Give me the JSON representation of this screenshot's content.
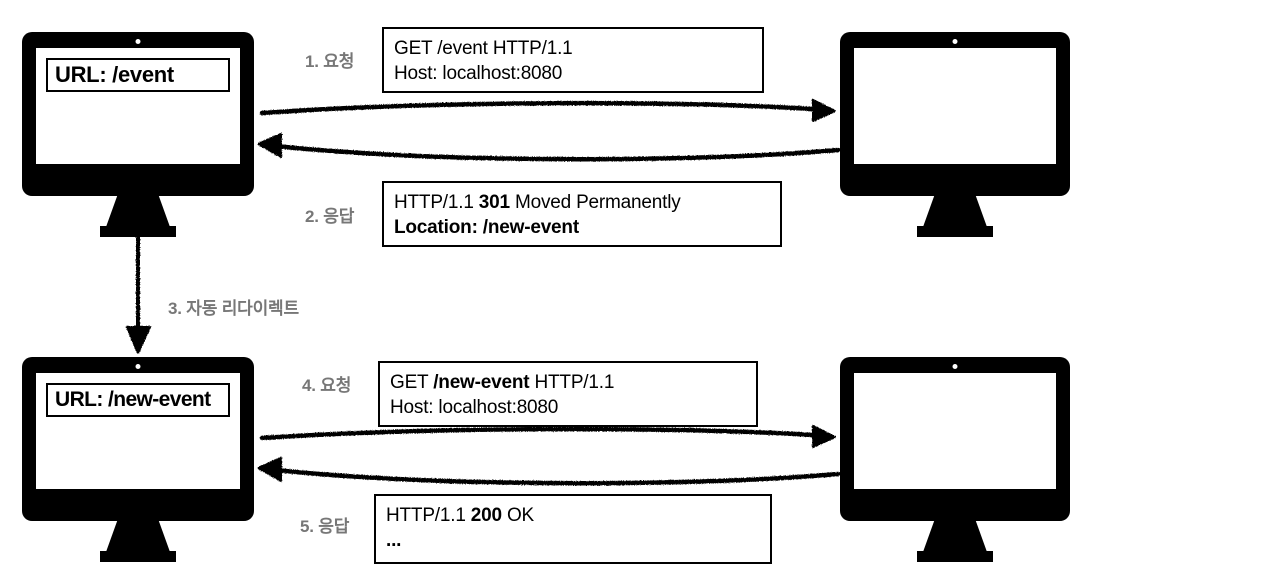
{
  "diagram": {
    "title": "HTTP 301 Moved Permanently redirect flow",
    "colors": {
      "ink": "#000000",
      "label_gray": "#777777",
      "screen": "#ffffff",
      "background": "#ffffff"
    },
    "client_top": {
      "url_label": "URL: /event",
      "device": "monitor"
    },
    "client_bottom": {
      "url_label": "URL: /new-event",
      "device": "monitor"
    },
    "server_top": {
      "url_label": "",
      "device": "monitor"
    },
    "server_bottom": {
      "url_label": "",
      "device": "monitor"
    },
    "steps": [
      {
        "id": "step1",
        "label": "1. 요청"
      },
      {
        "id": "step2",
        "label": "2. 응답"
      },
      {
        "id": "step3",
        "label": "3. 자동 리다이렉트"
      },
      {
        "id": "step4",
        "label": "4. 요청"
      },
      {
        "id": "step5",
        "label": "5. 응답"
      }
    ],
    "messages": {
      "request1": {
        "line1_prefix": "GET /event HTTP/1.1",
        "line1_bold": "",
        "line1_suffix": "",
        "line2": "Host: localhost:8080"
      },
      "response1": {
        "line1_prefix": "HTTP/1.1 ",
        "line1_bold": "301",
        "line1_suffix": " Moved Permanently",
        "line2": "Location: /new-event"
      },
      "request2": {
        "line1_prefix": "GET ",
        "line1_bold": "/new-event",
        "line1_suffix": " HTTP/1.1",
        "line2": "Host: localhost:8080"
      },
      "response2": {
        "line1_prefix": "HTTP/1.1 ",
        "line1_bold": "200",
        "line1_suffix": " OK",
        "line2": "..."
      }
    },
    "arrows": [
      {
        "id": "arrow-request-top",
        "direction": "right",
        "from": "client_top",
        "to": "server_top"
      },
      {
        "id": "arrow-response-top",
        "direction": "left",
        "from": "server_top",
        "to": "client_top"
      },
      {
        "id": "arrow-redirect",
        "direction": "down",
        "from": "client_top",
        "to": "client_bottom"
      },
      {
        "id": "arrow-request-bottom",
        "direction": "right",
        "from": "client_bottom",
        "to": "server_bottom"
      },
      {
        "id": "arrow-response-bottom",
        "direction": "left",
        "from": "server_bottom",
        "to": "client_bottom"
      }
    ]
  }
}
